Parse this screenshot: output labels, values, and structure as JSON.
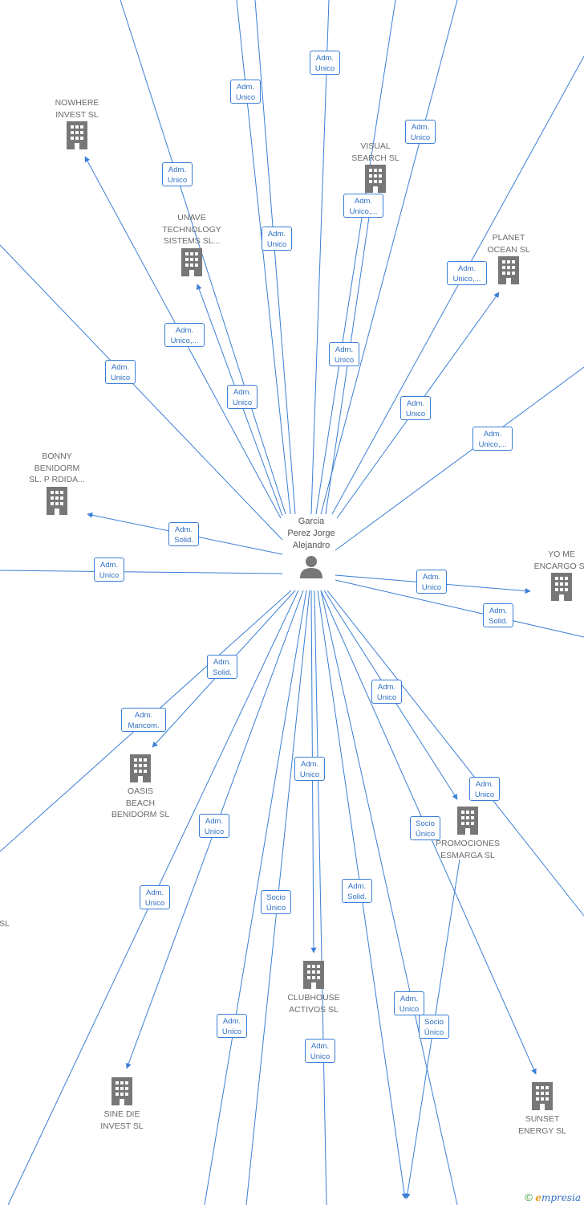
{
  "center": {
    "name": "Garcia\nPerez Jorge\nAlejandro"
  },
  "companies": [
    "NOWHERE\nINVEST  SL",
    "VISUAL\nSEARCH  SL",
    "UNAVE\nTECHNOLOGY\nSISTEMS SL...",
    "PLANET\nOCEAN SL",
    "BONNY\nBENIDORM\nSL.  P RDIDA...",
    "YO ME\nENCARGO  SL",
    "OASIS\nBEACH\nBENIDORM  SL",
    "PROMOCIONES\nESMARGA  SL",
    "CLUBHOUSE\nACTIVOS  SL",
    "SINE DIE\nINVEST SL",
    "SUNSET\nENERGY  SL",
    "SL"
  ],
  "roles": [
    "Adm.\nUnico",
    "Adm.\nUnico",
    "Adm.\nUnico",
    "Adm.\nUnico",
    "Adm.\nUnico,...",
    "Adm.\nUnico",
    "Adm.\nUnico,...",
    "Adm.\nUnico,...",
    "Adm.\nUnico",
    "Adm.\nUnico",
    "Adm.\nUnico",
    "Adm.\nUnico",
    "Adm.\nUnico,...",
    "Adm.\nSolid.",
    "Adm.\nUnico",
    "Adm.\nUnico",
    "Adm.\nSolid.",
    "Adm.\nSolid.",
    "Adm.\nUnico",
    "Adm.\nMancom.",
    "Adm.\nUnico",
    "Adm.\nUnico",
    "Adm.\nUnico",
    "Socio\nÚnico",
    "Adm.\nSolid.",
    "Adm.\nUnico",
    "Socio\nÚnico",
    "Adm.\nUnico",
    "Adm.\nUnico",
    "Socio\nÚnico",
    "Adm.\nUnico"
  ],
  "colors": {
    "edge": "#3a7fd6",
    "node_text": "#6b6b6b",
    "icon": "#777777"
  },
  "footer": {
    "symbol": "©"
  }
}
